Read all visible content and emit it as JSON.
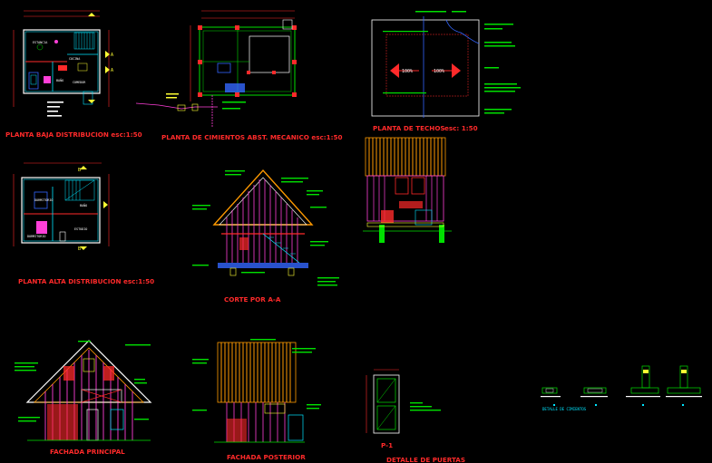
{
  "titles": {
    "planta_baja": "PLANTA BAJA DISTRIBUCION esc:1:50",
    "planta_cimientos": "PLANTA DE CIMIENTOS ABST. MECANICO esc:1:50",
    "planta_techos": "PLANTA DE TECHOS",
    "planta_techos_scale": "esc: 1:50",
    "planta_alta": "PLANTA ALTA DISTRIBUCION esc:1:50",
    "corte": "CORTE POR A-A",
    "fachada_principal": "FACHADA PRINCIPAL",
    "fachada_posterior": "FACHADA POSTERIOR",
    "detalle_puertas": "DETALLE DE PUERTAS",
    "detalle_cimientos": "DETALLE DE CIMIENTOS",
    "door_code": "P-1"
  },
  "rooms": {
    "estancia": "ESTANCIA",
    "cocina": "COCINA",
    "bano": "BAÑO",
    "comedor": "COMEDOR",
    "dormitorio": "DORMITORIO",
    "bano2": "BAÑO",
    "estudio": "ESTUDIO",
    "dormitorio2": "DORMITORIO"
  },
  "markers": {
    "a": "A",
    "b": "B"
  },
  "roof": {
    "left_slope": "100%",
    "right_slope": "100%"
  },
  "colors": {
    "background": "#000000",
    "title": "#ff2a2a",
    "walls": "#00e5ff",
    "dimensions": "#ff2a2a",
    "notes": "#00e000",
    "wood": "#ff3fd8",
    "timber": "#ff9a00",
    "grid": "#ffff33",
    "accent": "#3366ff"
  }
}
